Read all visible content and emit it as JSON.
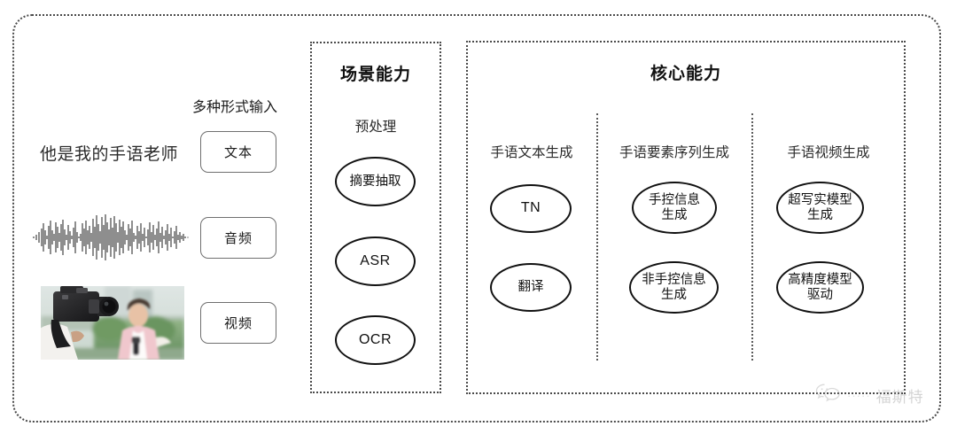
{
  "diagram": {
    "input_section": {
      "caption": "多种形式输入",
      "sample_sentence": "他是我的手语老师",
      "modalities": [
        {
          "label": "文本",
          "media": "text"
        },
        {
          "label": "音频",
          "media": "audio-waveform"
        },
        {
          "label": "视频",
          "media": "video-thumbnail"
        }
      ]
    },
    "scene_section": {
      "title": "场景能力",
      "columns": [
        {
          "heading": "预处理",
          "nodes": [
            {
              "label": "摘要抽取",
              "script": "han"
            },
            {
              "label": "ASR",
              "script": "latin"
            },
            {
              "label": "OCR",
              "script": "latin"
            }
          ]
        }
      ]
    },
    "core_section": {
      "title": "核心能力",
      "columns": [
        {
          "heading": "手语文本生成",
          "nodes": [
            {
              "label": "TN",
              "script": "latin"
            },
            {
              "label": "翻译",
              "script": "han"
            }
          ]
        },
        {
          "heading": "手语要素序列生成",
          "nodes": [
            {
              "label": "手控信息\n生成",
              "script": "han"
            },
            {
              "label": "非手控信息\n生成",
              "script": "han"
            }
          ]
        },
        {
          "heading": "手语视频生成",
          "nodes": [
            {
              "label": "超写实模型\n生成",
              "script": "han"
            },
            {
              "label": "高精度模型\n驱动",
              "script": "han"
            }
          ]
        }
      ]
    },
    "watermark": {
      "text": "福斯特",
      "icon": "wechat-logo",
      "leader_dots": "·····"
    },
    "colors": {
      "stroke": "#111111",
      "dotted_border": "#4a4a4a",
      "pill_border": "#6f6f6f",
      "background": "#ffffff",
      "watermark": "#9a9a9a"
    }
  }
}
